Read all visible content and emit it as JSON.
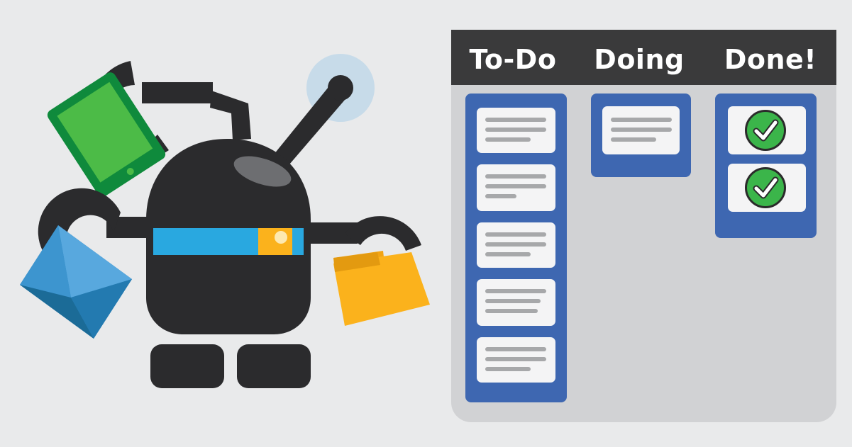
{
  "board": {
    "columns": [
      {
        "title": "To-Do",
        "card_count": 5
      },
      {
        "title": "Doing",
        "card_count": 1
      },
      {
        "title": "Done!",
        "card_count": 2
      }
    ]
  },
  "colors": {
    "background": "#e9eaeb",
    "board": "#d1d2d4",
    "header": "#3a3a3b",
    "lane": "#3e67b1",
    "card": "#f4f4f5",
    "check": "#3bb54a",
    "robot_body": "#2b2b2d",
    "visor": "#29a8e0",
    "phone": "#48b84a",
    "folder": "#fbb21c",
    "envelope": "#2e86c1"
  },
  "icons": [
    "robot-icon",
    "phone-icon",
    "envelope-icon",
    "folder-icon",
    "checkmark-icon"
  ]
}
